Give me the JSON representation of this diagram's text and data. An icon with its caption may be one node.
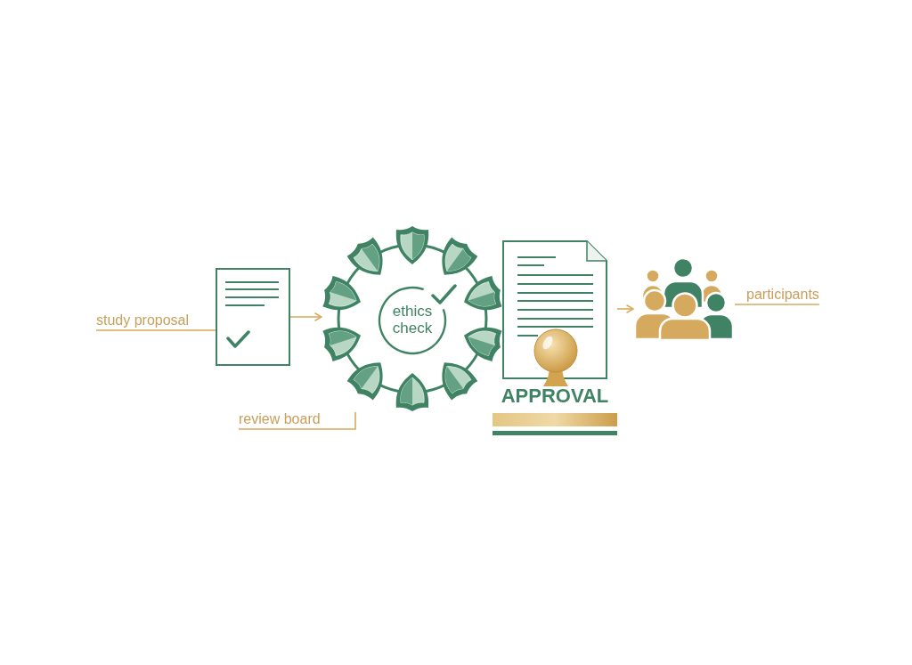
{
  "diagram": {
    "nodes": [
      {
        "text": [
          "study proposal"
        ]
      },
      {
        "text": [],
        "shape": "picture"
      },
      {
        "text": [],
        "shape": "picture"
      },
      {
        "text": [
          "ethics check"
        ],
        "in": 2
      },
      {
        "text": [
          "review board"
        ]
      },
      {
        "text": [
          "APPROVAL"
        ]
      },
      {
        "text": [],
        "shape": "picture"
      },
      {
        "text": [
          "participants"
        ]
      }
    ],
    "edges": [
      {
        "from": 0,
        "to": 1,
        "arrow": "none"
      },
      {
        "from": 1,
        "to": 2,
        "arrow": "to"
      },
      {
        "from": 4,
        "to": 2,
        "arrow": "none"
      },
      {
        "from": 5,
        "to": 6,
        "arrow": "to"
      },
      {
        "from": 7,
        "to": 6,
        "arrow": "none"
      }
    ]
  }
}
